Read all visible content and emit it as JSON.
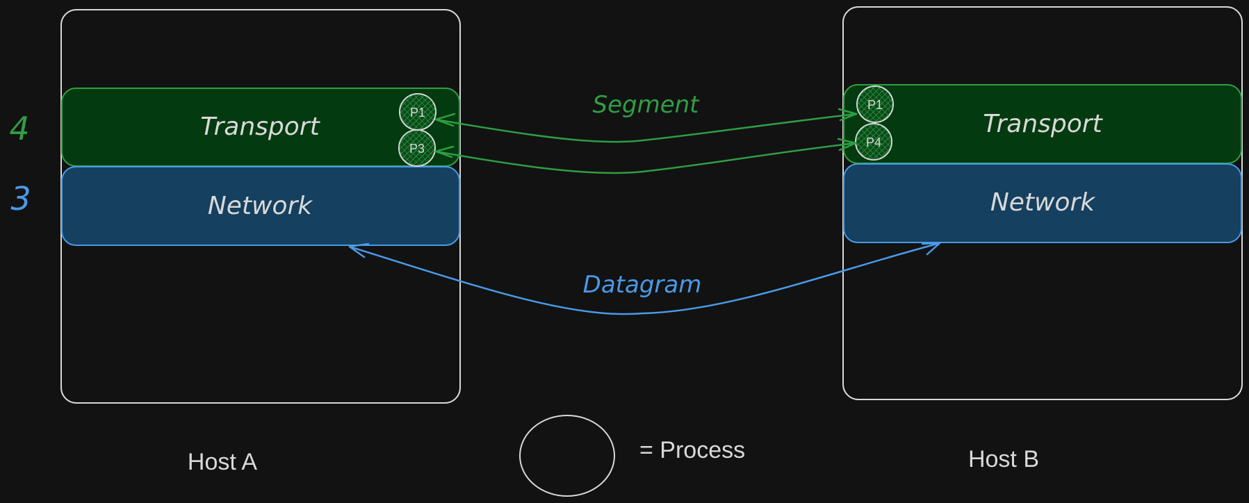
{
  "layer_numbers": {
    "transport": "4",
    "network": "3"
  },
  "host_a": {
    "label": "Host A",
    "transport_label": "Transport",
    "network_label": "Network",
    "processes": [
      "P1",
      "P3"
    ]
  },
  "host_b": {
    "label": "Host B",
    "transport_label": "Transport",
    "network_label": "Network",
    "processes": [
      "P1",
      "P4"
    ]
  },
  "links": {
    "segment_label": "Segment",
    "datagram_label": "Datagram"
  },
  "legend": {
    "text": "= Process"
  },
  "colors": {
    "background": "#121212",
    "outline": "#d9d9d9",
    "transport_fill": "#043a10",
    "transport_stroke": "#2f9e44",
    "transport_text": "#2f9e44",
    "network_fill": "#15405f",
    "network_stroke": "#4a9ae8",
    "network_text": "#4a9ae8"
  }
}
